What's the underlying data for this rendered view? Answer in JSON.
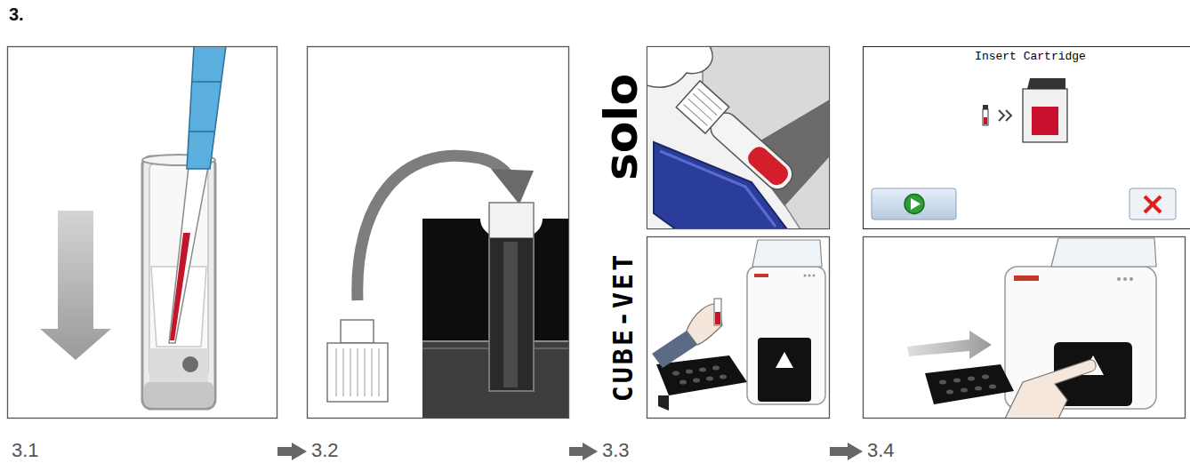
{
  "diagram": {
    "title": "3.",
    "nodes": [
      {
        "text": [
          "3.1"
        ]
      },
      {
        "text": [
          "3.2"
        ]
      },
      {
        "text": [
          "3.3"
        ]
      },
      {
        "text": [
          "3.4"
        ]
      },
      {
        "text": [
          "Insert Cartridge"
        ],
        "in": 3
      }
    ],
    "edges": [
      {
        "from": 0,
        "to": 1,
        "arrow": "to"
      },
      {
        "from": 1,
        "to": 2,
        "arrow": "to"
      },
      {
        "from": 2,
        "to": 3,
        "arrow": "to"
      }
    ],
    "labels": [
      "solo",
      "CUBE-VET"
    ]
  }
}
